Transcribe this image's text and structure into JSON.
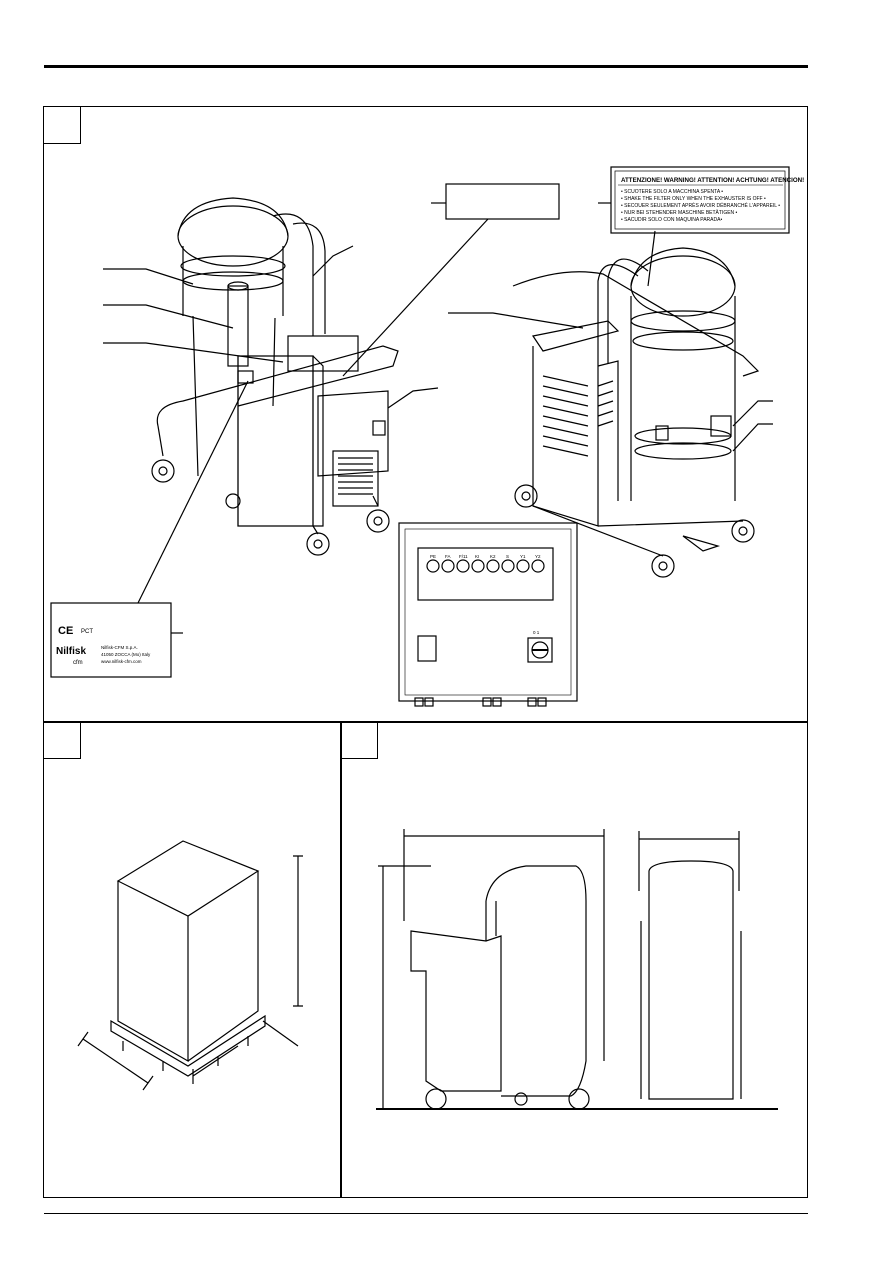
{
  "warning_label": {
    "title": "ATTENZIONE! WARNING! ATTENTION! ACHTUNG! ATENCION!",
    "lines": [
      "• SCUOTERE SOLO A MACCHINA SPENTA •",
      "• SHAKE THE FILTER ONLY WHEN THE EXHAUSTER IS OFF •",
      "• SECOUER SEULEMENT APRÈS AVOIR DÉBRANCHÉ L'APPAREIL •",
      "• NUR BEI STEHENDER MASCHINE BETÄTIGEN •",
      "• SACUDIR SOLO CON MAQUINA PARADA•"
    ]
  },
  "rating_plate": {
    "marks": [
      "CE",
      "PCT"
    ],
    "brand": "Nilfisk",
    "sub_brand": "cfm",
    "company": "Nilfisk-CFM S.p.A.",
    "address": "41050 ZOCCA (Mo) Italy",
    "website": "www.nilfisk-cfm.com"
  },
  "control_panel": {
    "switch_label": "0 1",
    "knob_labels": [
      "PE",
      "FA",
      "F/11",
      "KI",
      "K2",
      "S",
      "Y1",
      "Y2"
    ]
  },
  "icons": [
    "machine-illustration",
    "crate-illustration",
    "dimension-illustration"
  ]
}
